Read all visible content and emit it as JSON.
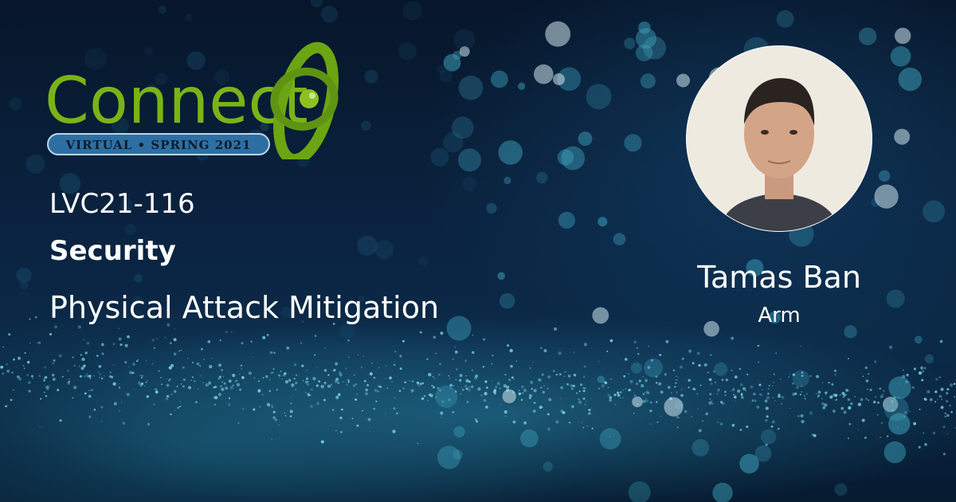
{
  "logo": {
    "wordmark": "Connect",
    "subtitle": "VIRTUAL • SPRING 2021",
    "colors": {
      "green": "#7ab317",
      "dark_green": "#4f7f10",
      "banner_blue": "#2d6fa3",
      "banner_border": "#bcd6ea"
    }
  },
  "session": {
    "code": "LVC21-116",
    "track": "Security",
    "title": "Physical Attack Mitigation"
  },
  "speaker": {
    "name": "Tamas Ban",
    "organization": "Arm"
  },
  "colors": {
    "text": "#ffffff",
    "background": "#0a2340",
    "particle": "#5fd0e6"
  }
}
